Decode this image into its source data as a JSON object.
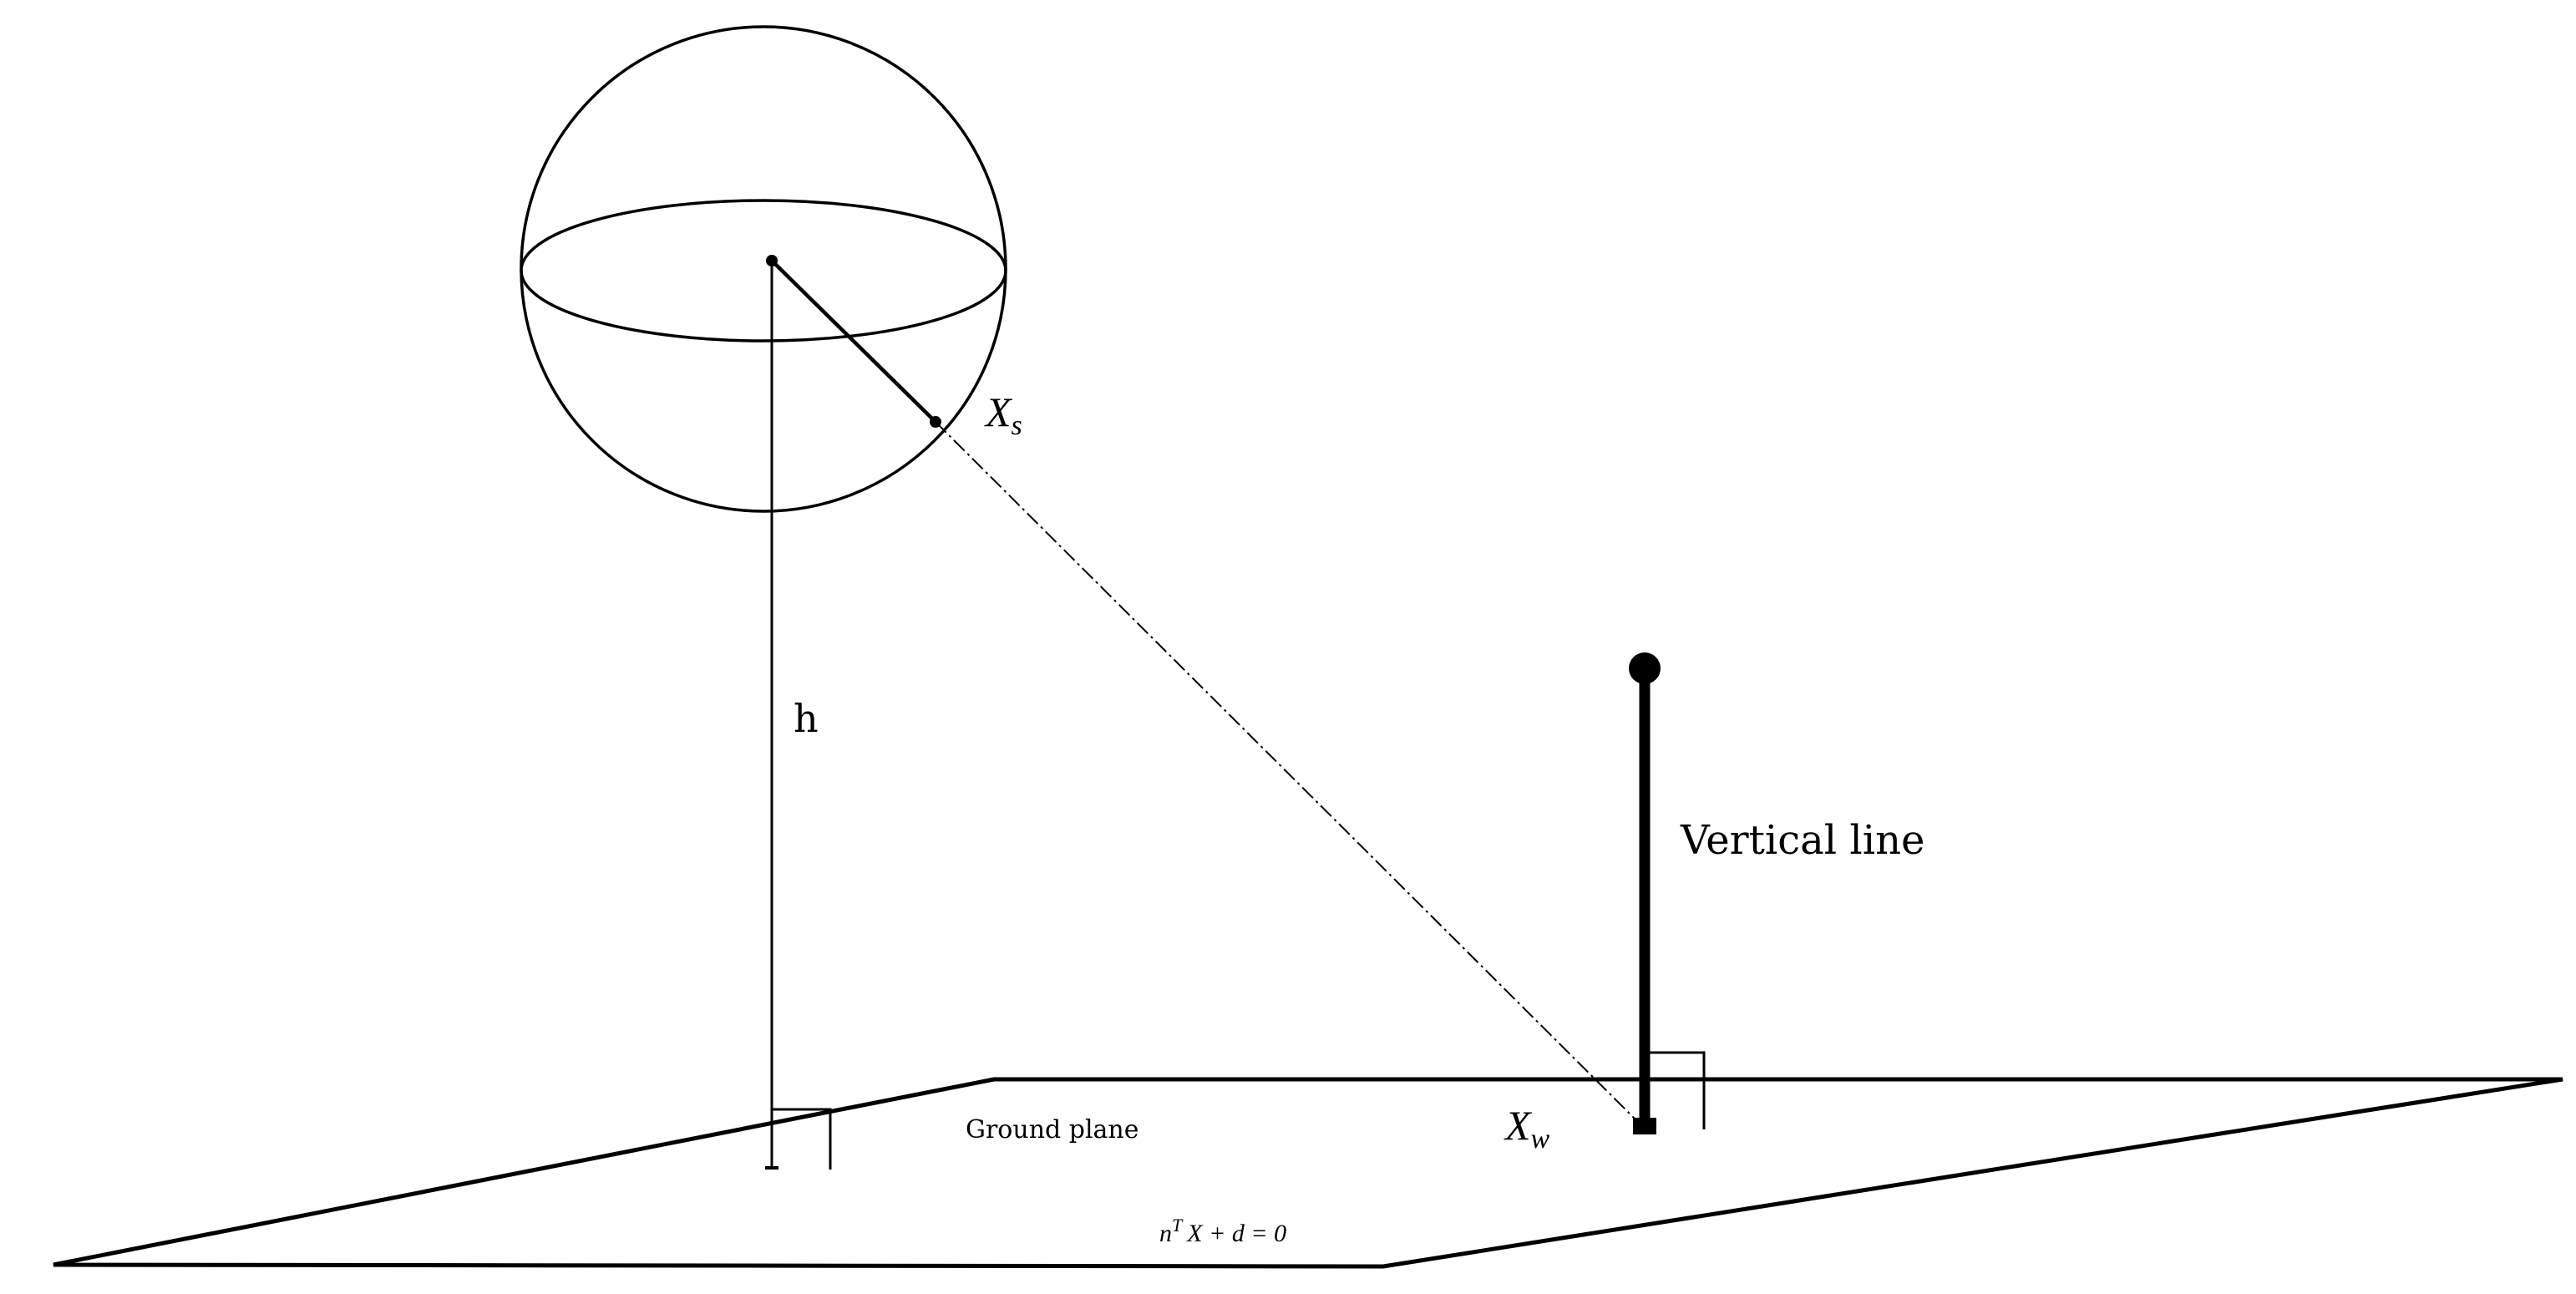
{
  "labels": {
    "xs_main": "X",
    "xs_sub": "s",
    "height": "h",
    "vertical_line": "Vertical line",
    "ground_plane": "Ground plane",
    "xw_main": "X",
    "xw_sub": "w",
    "plane_eq_n": "n",
    "plane_eq_T": "T",
    "plane_eq_rest": "X + d = 0"
  },
  "colors": {
    "stroke": "#000000",
    "background": "#ffffff"
  }
}
